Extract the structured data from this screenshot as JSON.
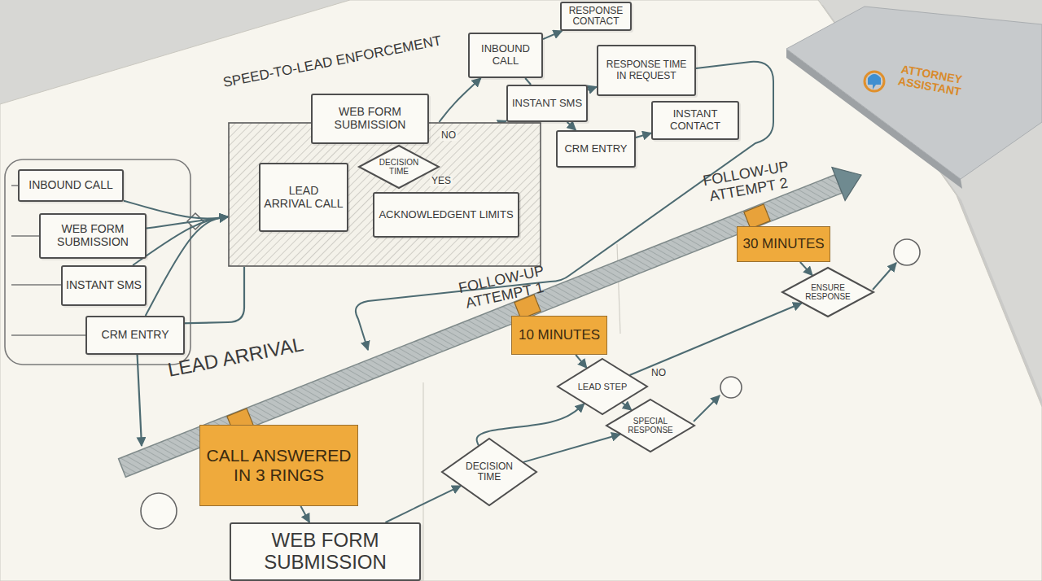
{
  "diagram": {
    "nodes": [
      {
        "text": [
          "INBOUND CALL"
        ]
      },
      {
        "text": [
          "WEB FORM SUBMISSION"
        ]
      },
      {
        "text": [
          "INSTANT SMS"
        ]
      },
      {
        "text": [
          "CRM ENTRY"
        ]
      },
      {
        "text": [
          "SPEED-TO-LEAD ENFORCEMENT"
        ]
      },
      {
        "text": [
          "WEB FORM SUBMISSION"
        ],
        "in": 4
      },
      {
        "text": [
          "LEAD ARRIVAL CALL"
        ],
        "in": 4
      },
      {
        "text": [
          "DECISION TIME"
        ],
        "in": 4
      },
      {
        "text": [
          "ACKNOWLEDGENT LIMITS"
        ],
        "in": 4
      },
      {
        "text": [
          "INBOUND CALL"
        ]
      },
      {
        "text": [
          "INSTANT SMS"
        ]
      },
      {
        "text": [
          "CRM ENTRY"
        ]
      },
      {
        "text": [
          "RESPONSE CONTACT"
        ]
      },
      {
        "text": [
          "RESPONSE TIME IN REQUEST"
        ]
      },
      {
        "text": [
          "INSTANT CONTACT"
        ]
      },
      {
        "text": [
          "CALL ANSWERED IN 3 RINGS"
        ]
      },
      {
        "text": [
          "10 MINUTES"
        ]
      },
      {
        "text": [
          "30 MINUTES"
        ]
      },
      {
        "text": [
          "WEB FORM SUBMISSION"
        ]
      },
      {
        "text": [
          "DECISION TIME"
        ]
      },
      {
        "text": [
          "LEAD STEP"
        ]
      },
      {
        "text": [
          "SPECIAL RESPONSE"
        ]
      },
      {
        "text": [
          "ENSURE RESPONSE"
        ]
      }
    ],
    "edges": [
      {
        "from": 0,
        "to": 4,
        "arrow": "to"
      },
      {
        "from": 1,
        "to": 4,
        "arrow": "to"
      },
      {
        "from": 2,
        "to": 4,
        "arrow": "to"
      },
      {
        "from": 3,
        "to": 4,
        "arrow": "to"
      },
      {
        "from": 5,
        "to": 7,
        "arrow": "none"
      },
      {
        "from": 6,
        "to": 7,
        "arrow": "to"
      },
      {
        "from": 7,
        "to": 8,
        "label": "YES",
        "arrow": "to"
      },
      {
        "from": 7,
        "to": 10,
        "label": "NO",
        "arrow": "to"
      },
      {
        "from": 4,
        "to": 9,
        "arrow": "to"
      },
      {
        "from": 9,
        "to": 12,
        "arrow": "to"
      },
      {
        "from": 9,
        "to": 10,
        "arrow": "none"
      },
      {
        "from": 10,
        "to": 13,
        "arrow": "to"
      },
      {
        "from": 10,
        "to": 11,
        "arrow": "to"
      },
      {
        "from": 11,
        "to": 14,
        "arrow": "to"
      },
      {
        "from": 15,
        "to": 18,
        "arrow": "to"
      },
      {
        "from": 16,
        "to": 20,
        "arrow": "to"
      },
      {
        "from": 17,
        "to": 22,
        "arrow": "to"
      },
      {
        "from": 18,
        "to": 19,
        "arrow": "to"
      },
      {
        "from": 19,
        "to": 20,
        "arrow": "to"
      },
      {
        "from": 19,
        "to": 21,
        "arrow": "to"
      },
      {
        "from": 20,
        "to": 21,
        "label": "NO",
        "arrow": "to"
      },
      {
        "from": 20,
        "to": 22,
        "arrow": "to"
      }
    ],
    "labels": [
      "LEAD ARRIVAL",
      "FOLLOW-UP ATTEMPT 1",
      "FOLLOW-UP ATTEMPT 2",
      "ATTORNEY ASSISTANT"
    ]
  }
}
